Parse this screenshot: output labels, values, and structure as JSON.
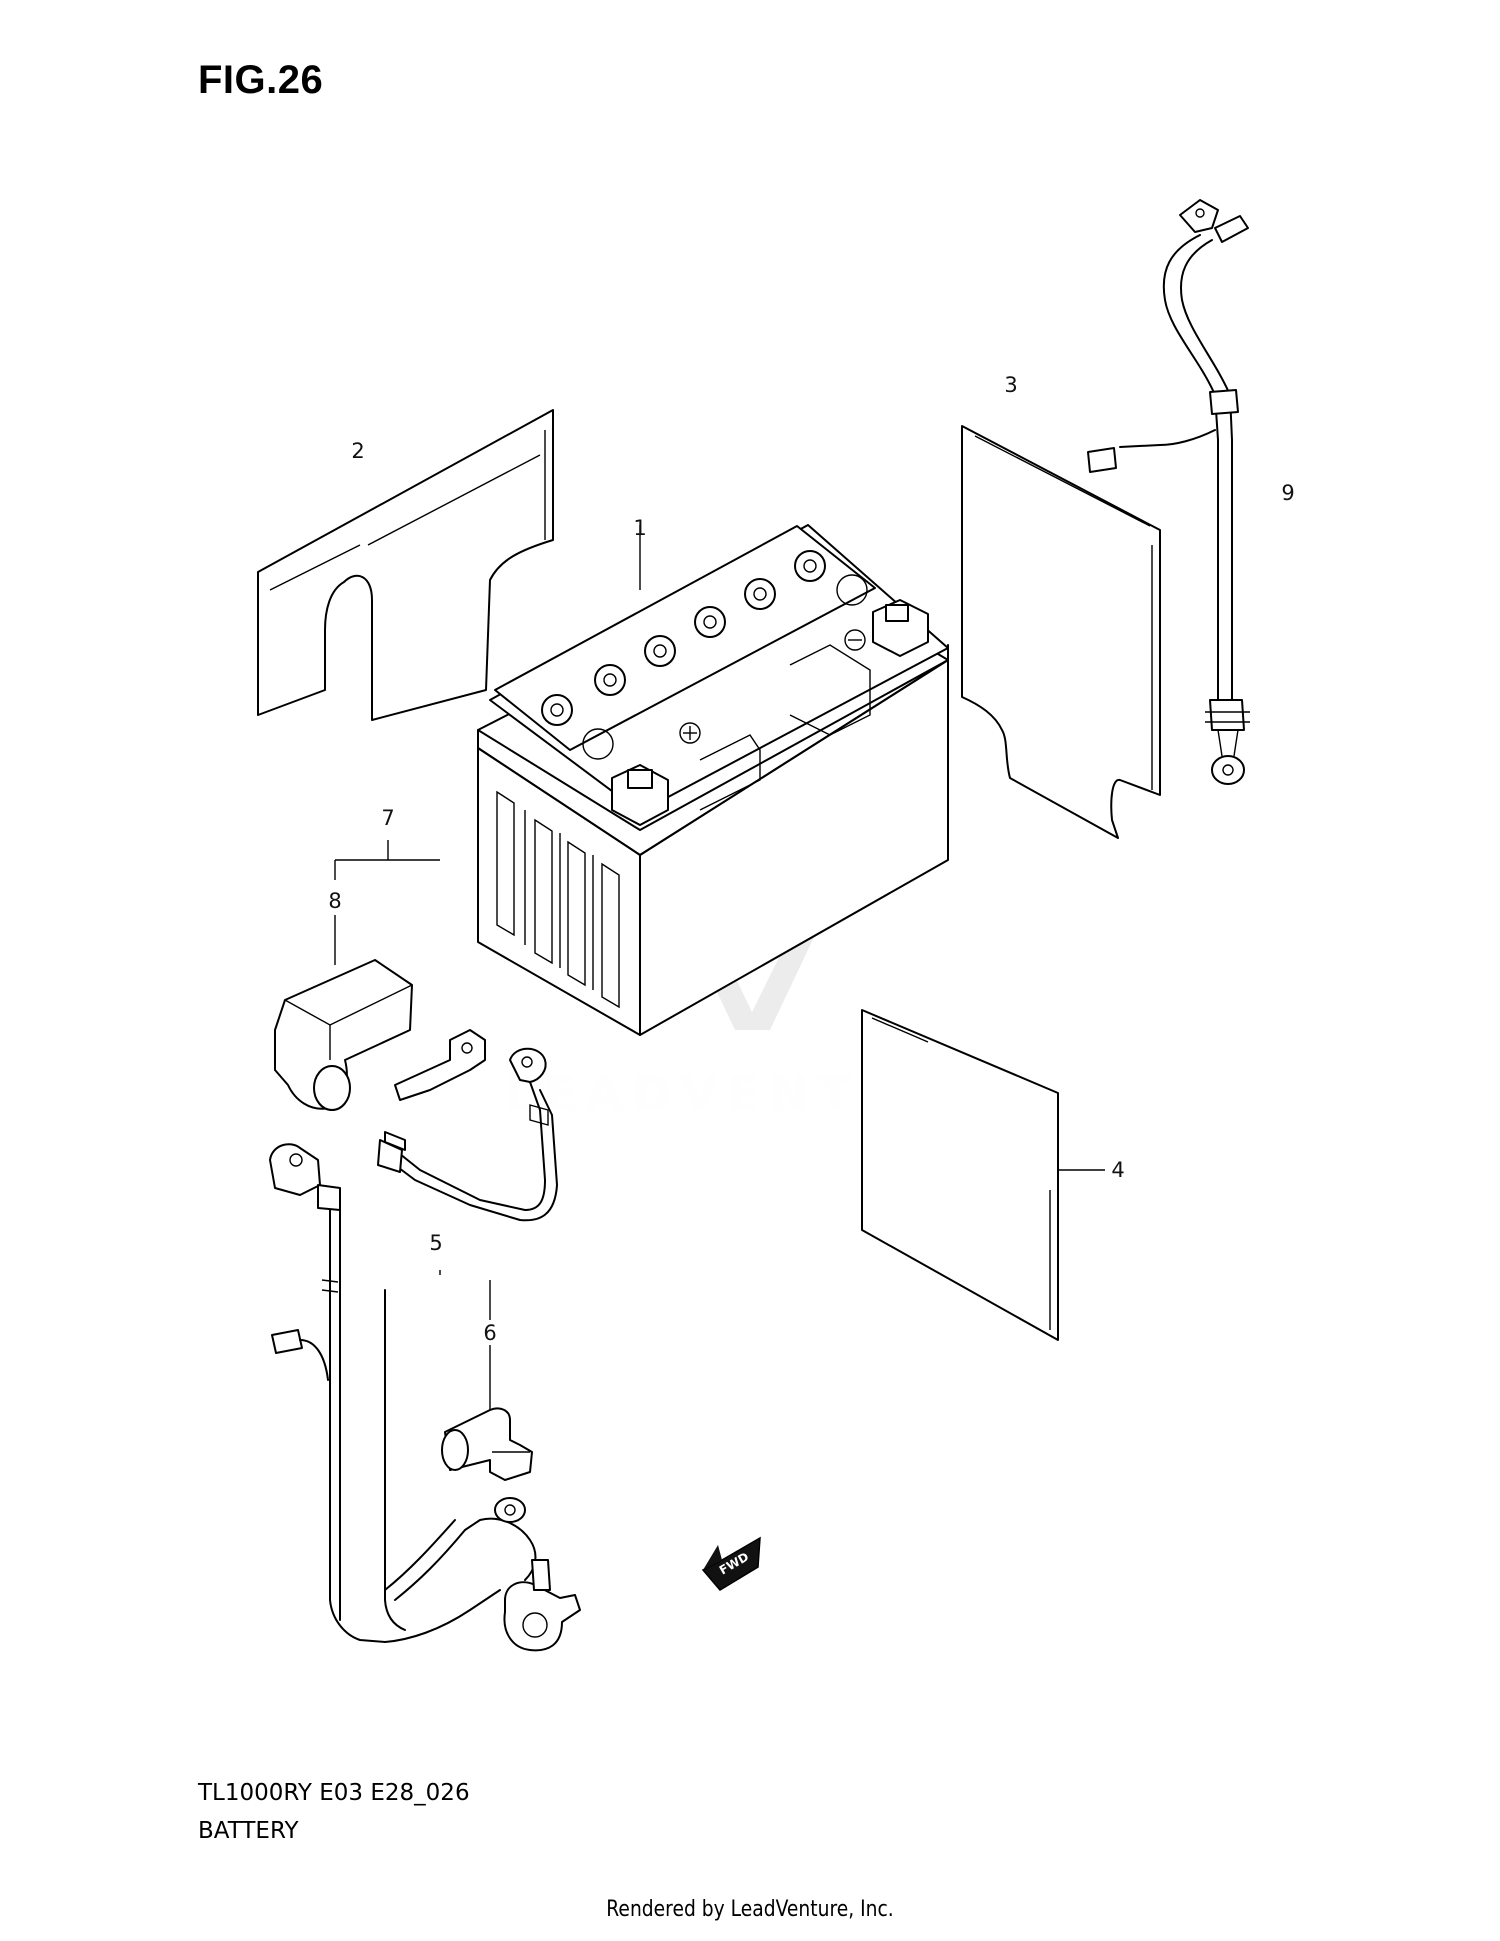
{
  "figure": {
    "title": "FIG.26",
    "drawing_code": "TL1000RY E03 E28_026",
    "drawing_name": "BATTERY"
  },
  "callouts": [
    "1",
    "2",
    "3",
    "4",
    "5",
    "6",
    "7",
    "8",
    "9"
  ],
  "direction_arrow": {
    "label": "FWD"
  },
  "watermark": {
    "text": "LEADVENTURE"
  },
  "footer": {
    "text": "Rendered by LeadVenture, Inc."
  }
}
